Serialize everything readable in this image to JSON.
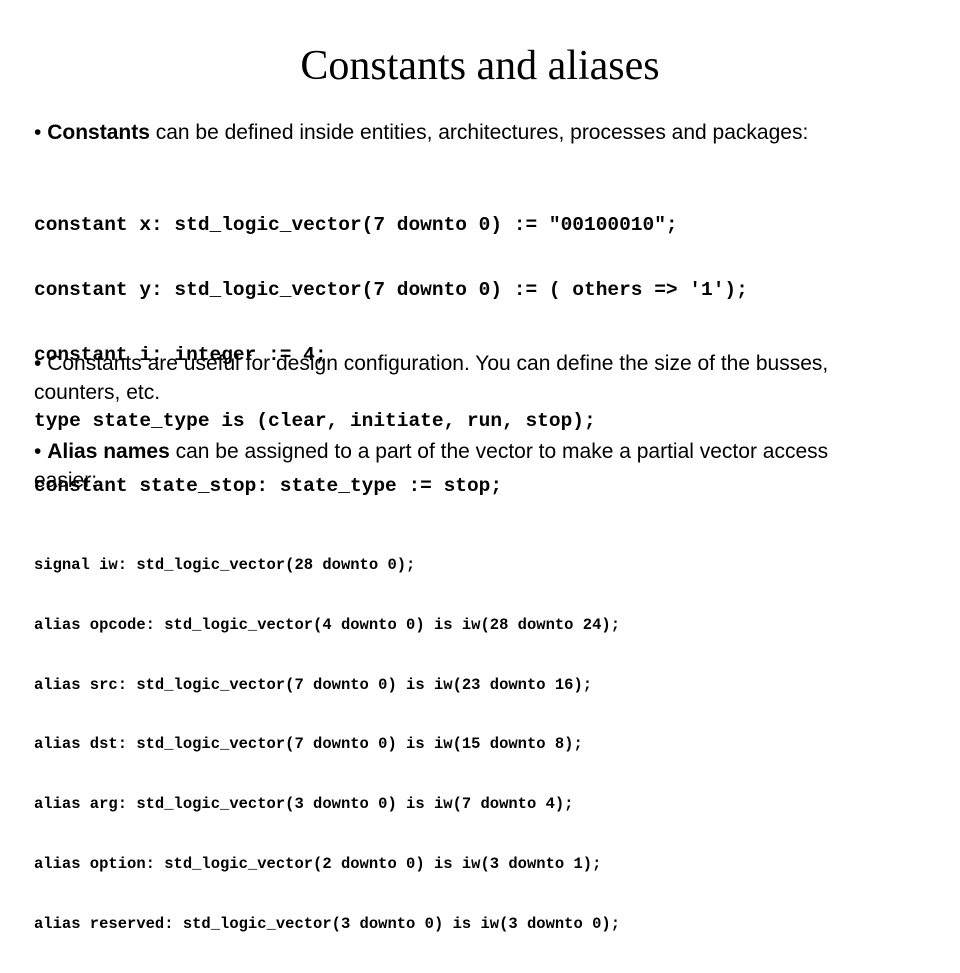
{
  "title": "Constants and aliases",
  "bullet": "•",
  "section1": {
    "bold_lead": "Constants",
    "rest": " can be defined inside entities, architectures, processes and packages:"
  },
  "code1": [
    "constant x: std_logic_vector(7 downto 0) := \"00100010\";",
    "constant y: std_logic_vector(7 downto 0) := ( others => '1');",
    "constant i: integer := 4;",
    "type state_type is (clear, initiate, run, stop);",
    "constant state_stop: state_type := stop;"
  ],
  "section2": {
    "text": "Constants are useful for design configuration. You can define the size of the busses, counters, etc."
  },
  "section3": {
    "bold_lead": "Alias names",
    "rest": " can be assigned to a part of the vector to make a partial vector access easier:"
  },
  "code2": [
    "signal iw: std_logic_vector(28 downto 0);",
    "alias opcode: std_logic_vector(4 downto 0) is iw(28 downto 24);",
    "alias src: std_logic_vector(7 downto 0) is iw(23 downto 16);",
    "alias dst: std_logic_vector(7 downto 0) is iw(15 downto 8);",
    "alias arg: std_logic_vector(3 downto 0) is iw(7 downto 4);",
    "alias option: std_logic_vector(2 downto 0) is iw(3 downto 1);",
    "alias reserved: std_logic_vector(3 downto 0) is iw(3 downto 0);"
  ]
}
